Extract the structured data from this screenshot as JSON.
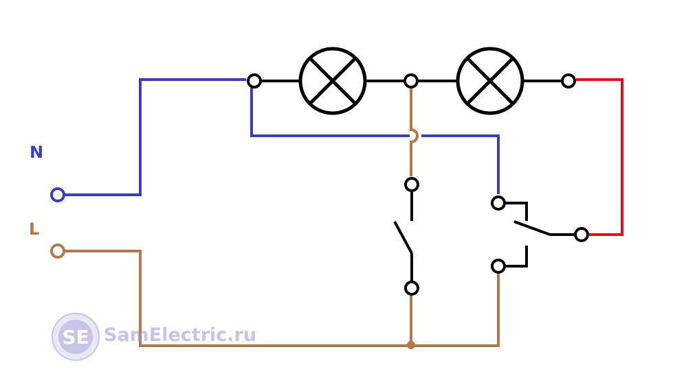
{
  "labels": {
    "neutral": "N",
    "line": "L"
  },
  "watermark": {
    "logo_text": "SE",
    "site": "SamElectric.ru"
  },
  "colors": {
    "neutral_wire": "#3a3fb5",
    "line_wire": "#b27850",
    "switched_wire": "#e01020",
    "lamp_wire": "#000000",
    "label_n": "#3a3fb5",
    "label_l": "#b27850",
    "watermark": "#9b97d1"
  },
  "components": {
    "lamps": 2,
    "single_pole_switch": 1,
    "two_way_switch": 1
  }
}
